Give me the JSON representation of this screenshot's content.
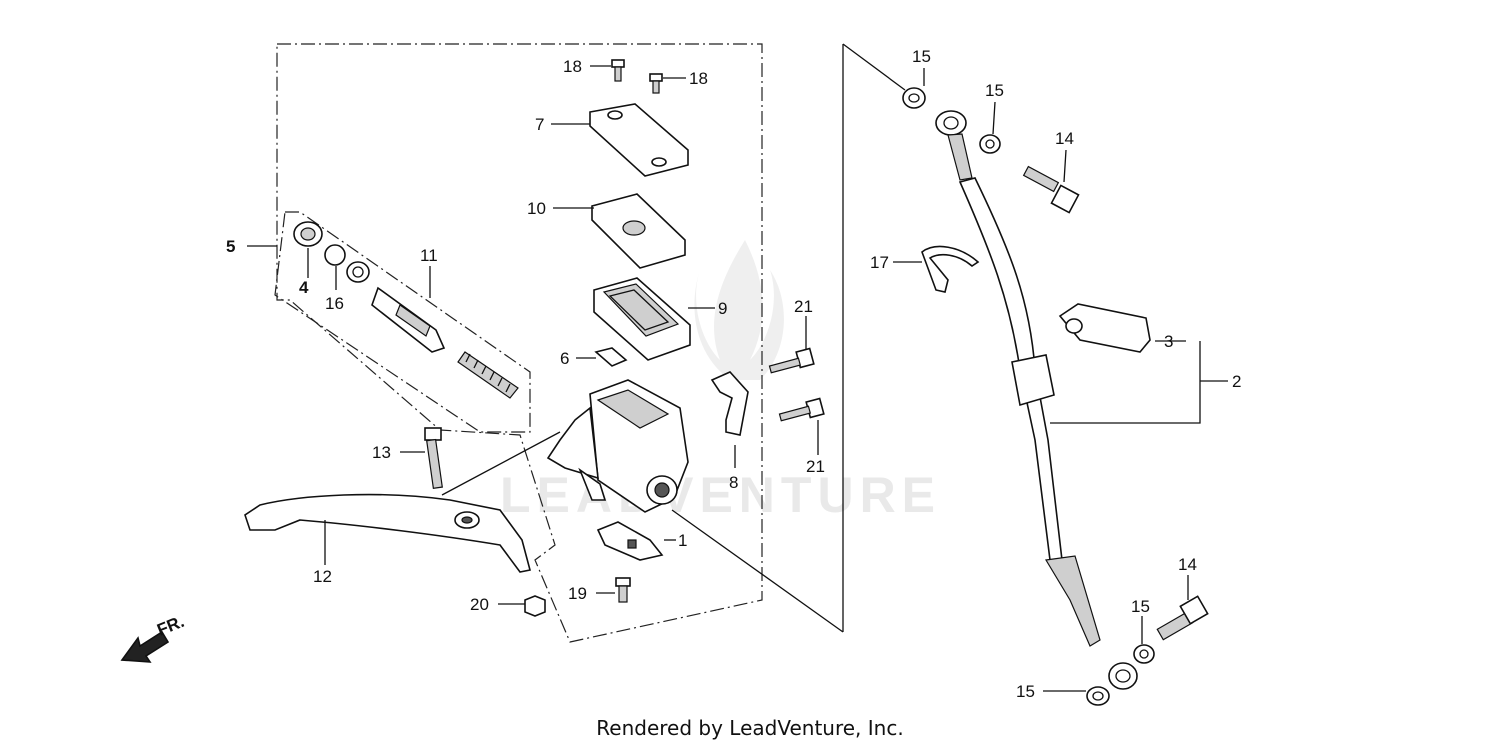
{
  "watermark": "LEADVENTURE",
  "credit": "Rendered by LeadVenture, Inc.",
  "direction_label": "FR.",
  "callouts": {
    "c1": "1",
    "c2": "2",
    "c3": "3",
    "c4": "4",
    "c5": "5",
    "c6": "6",
    "c7": "7",
    "c8": "8",
    "c9": "9",
    "c10": "10",
    "c11": "11",
    "c12": "12",
    "c13": "13",
    "c14a": "14",
    "c14b": "14",
    "c15a": "15",
    "c15b": "15",
    "c15c": "15",
    "c15d": "15",
    "c16": "16",
    "c17": "17",
    "c18a": "18",
    "c18b": "18",
    "c19": "19",
    "c20": "20",
    "c21a": "21",
    "c21b": "21"
  }
}
